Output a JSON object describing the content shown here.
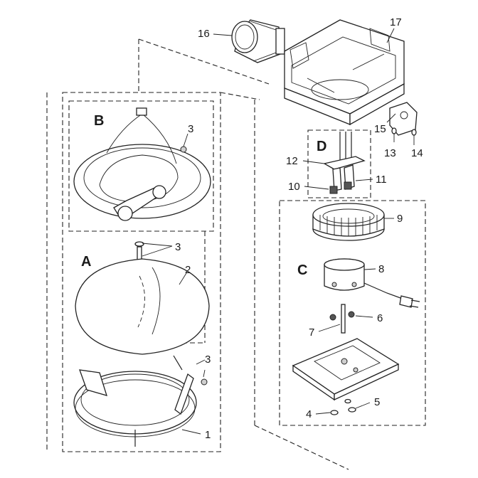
{
  "groups": {
    "a": "A",
    "b": "B",
    "c": "C",
    "d": "D"
  },
  "callouts": {
    "n1": "1",
    "n2": "2",
    "n3_top": "3",
    "n3_mid": "3",
    "n3_low": "3",
    "n4": "4",
    "n5": "5",
    "n6": "6",
    "n7": "7",
    "n8": "8",
    "n9": "9",
    "n10": "10",
    "n11": "11",
    "n12": "12",
    "n13": "13",
    "n14": "14",
    "n15": "15",
    "n16": "16",
    "n17": "17"
  }
}
